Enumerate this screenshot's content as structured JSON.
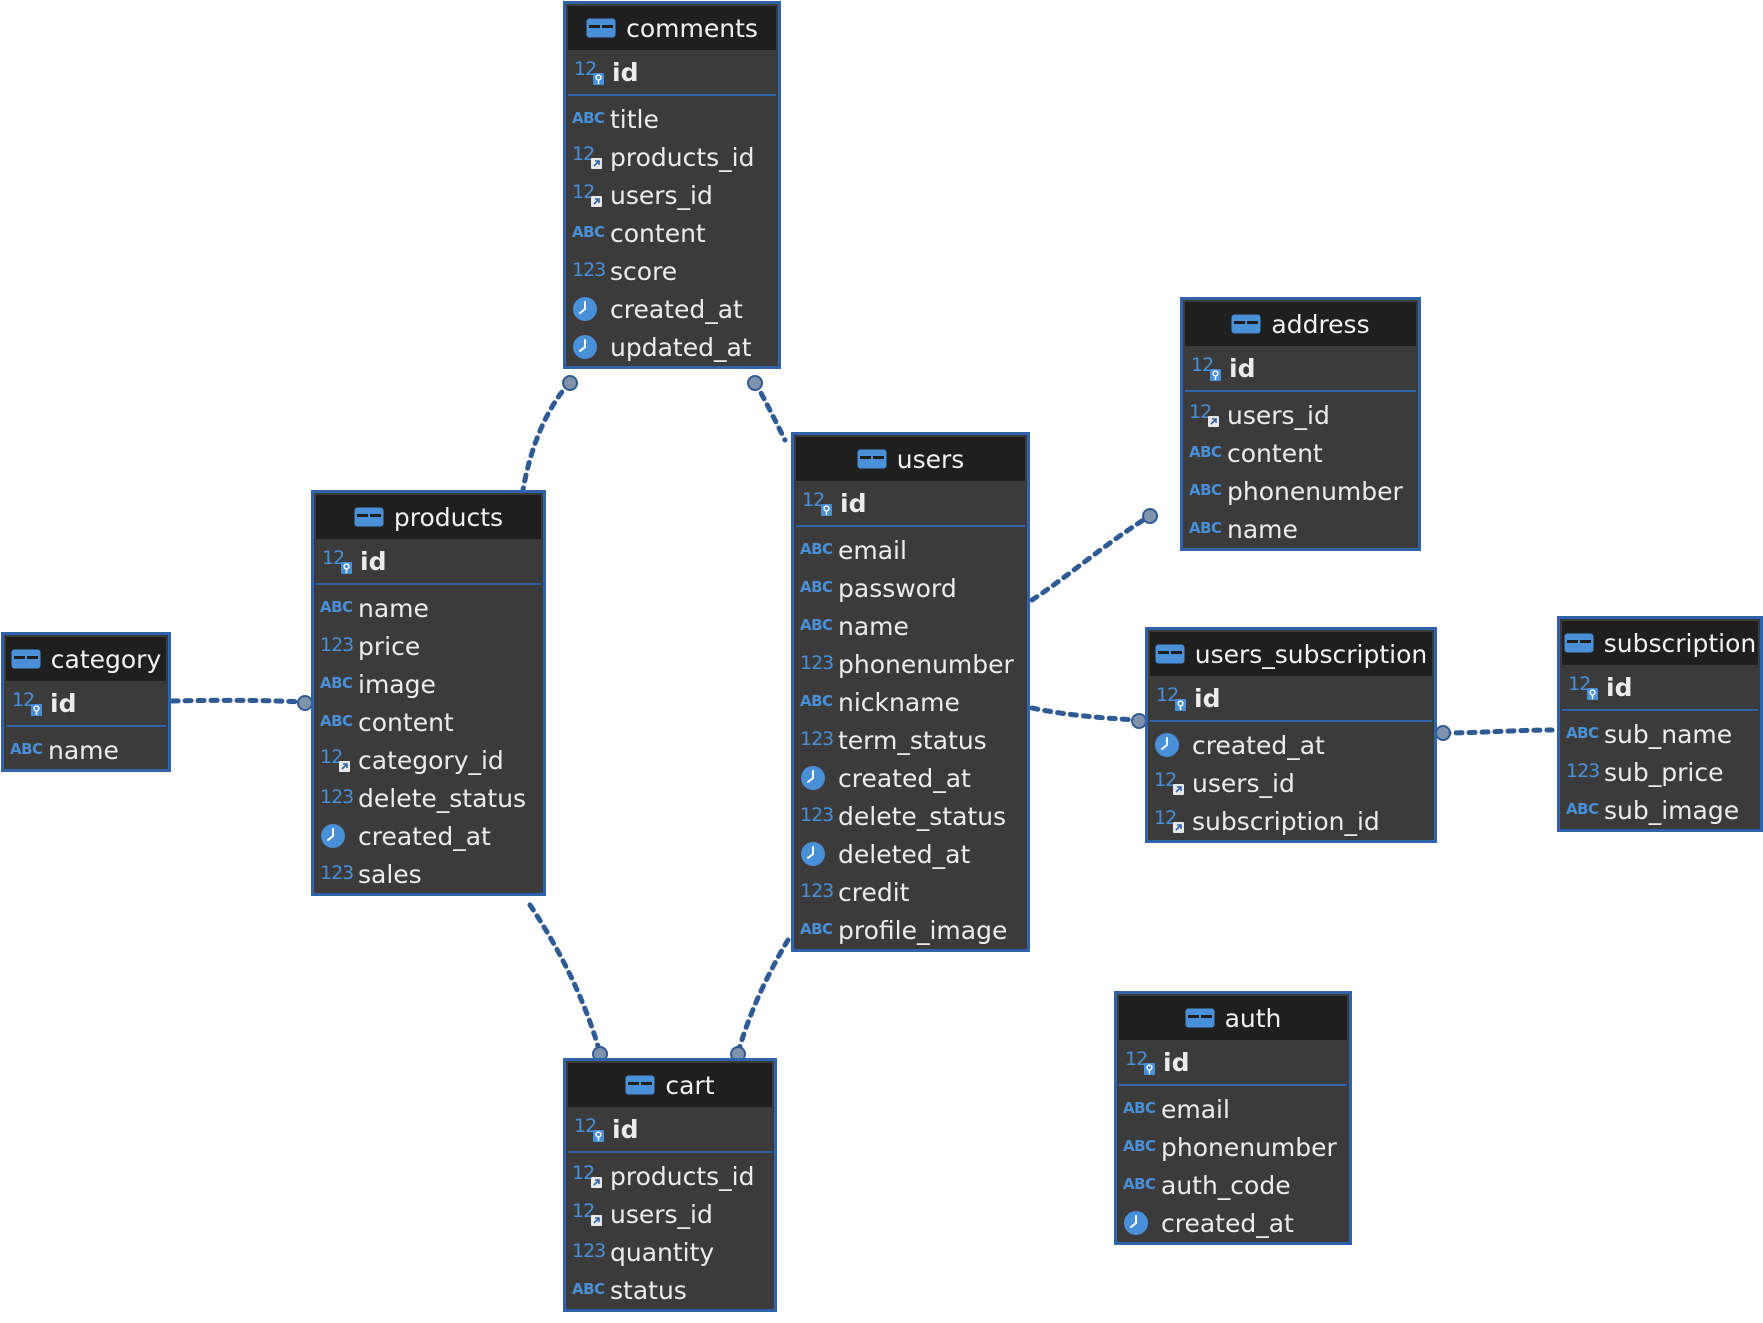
{
  "diagram": {
    "tables": {
      "comments": {
        "name": "comments",
        "pk": "id",
        "columns": [
          {
            "name": "title",
            "type": "text-icon"
          },
          {
            "name": "products_id",
            "type": "fk-number-icon"
          },
          {
            "name": "users_id",
            "type": "fk-number-icon"
          },
          {
            "name": "content",
            "type": "text-icon"
          },
          {
            "name": "score",
            "type": "number-icon"
          },
          {
            "name": "created_at",
            "type": "clock-icon"
          },
          {
            "name": "updated_at",
            "type": "clock-icon"
          }
        ]
      },
      "address": {
        "name": "address",
        "pk": "id",
        "columns": [
          {
            "name": "users_id",
            "type": "fk-number-icon"
          },
          {
            "name": "content",
            "type": "text-icon"
          },
          {
            "name": "phonenumber",
            "type": "text-icon"
          },
          {
            "name": "name",
            "type": "text-icon"
          }
        ]
      },
      "users": {
        "name": "users",
        "pk": "id",
        "columns": [
          {
            "name": "email",
            "type": "text-icon"
          },
          {
            "name": "password",
            "type": "text-icon"
          },
          {
            "name": "name",
            "type": "text-icon"
          },
          {
            "name": "phonenumber",
            "type": "number-icon"
          },
          {
            "name": "nickname",
            "type": "text-icon"
          },
          {
            "name": "term_status",
            "type": "number-icon"
          },
          {
            "name": "created_at",
            "type": "clock-icon"
          },
          {
            "name": "delete_status",
            "type": "number-icon"
          },
          {
            "name": "deleted_at",
            "type": "clock-icon"
          },
          {
            "name": "credit",
            "type": "number-icon"
          },
          {
            "name": "profile_image",
            "type": "text-icon"
          }
        ]
      },
      "products": {
        "name": "products",
        "pk": "id",
        "columns": [
          {
            "name": "name",
            "type": "text-icon"
          },
          {
            "name": "price",
            "type": "number-icon"
          },
          {
            "name": "image",
            "type": "text-icon"
          },
          {
            "name": "content",
            "type": "text-icon"
          },
          {
            "name": "category_id",
            "type": "fk-number-icon"
          },
          {
            "name": "delete_status",
            "type": "number-icon"
          },
          {
            "name": "created_at",
            "type": "clock-icon"
          },
          {
            "name": "sales",
            "type": "number-icon"
          }
        ]
      },
      "category": {
        "name": "category",
        "pk": "id",
        "columns": [
          {
            "name": "name",
            "type": "text-icon"
          }
        ]
      },
      "users_subscription": {
        "name": "users_subscription",
        "pk": "id",
        "columns": [
          {
            "name": "created_at",
            "type": "clock-icon"
          },
          {
            "name": "users_id",
            "type": "fk-number-icon"
          },
          {
            "name": "subscription_id",
            "type": "fk-number-icon"
          }
        ]
      },
      "subscription": {
        "name": "subscription",
        "pk": "id",
        "columns": [
          {
            "name": "sub_name",
            "type": "text-icon"
          },
          {
            "name": "sub_price",
            "type": "number-icon"
          },
          {
            "name": "sub_image",
            "type": "text-icon"
          }
        ]
      },
      "cart": {
        "name": "cart",
        "pk": "id",
        "columns": [
          {
            "name": "products_id",
            "type": "fk-number-icon"
          },
          {
            "name": "users_id",
            "type": "fk-number-icon"
          },
          {
            "name": "quantity",
            "type": "number-icon"
          },
          {
            "name": "status",
            "type": "text-icon"
          }
        ]
      },
      "auth": {
        "name": "auth",
        "pk": "id",
        "columns": [
          {
            "name": "email",
            "type": "text-icon"
          },
          {
            "name": "phonenumber",
            "type": "text-icon"
          },
          {
            "name": "auth_code",
            "type": "text-icon"
          },
          {
            "name": "created_at",
            "type": "clock-icon"
          }
        ]
      }
    },
    "relationships": [
      {
        "from": "comments",
        "to": "products"
      },
      {
        "from": "comments",
        "to": "users"
      },
      {
        "from": "category",
        "to": "products"
      },
      {
        "from": "users",
        "to": "address"
      },
      {
        "from": "users",
        "to": "users_subscription"
      },
      {
        "from": "users_subscription",
        "to": "subscription"
      },
      {
        "from": "products",
        "to": "cart"
      },
      {
        "from": "users",
        "to": "cart"
      }
    ],
    "colors": {
      "border": "#2f64ad",
      "header": "#1f1f1f",
      "body": "#3b3b3b",
      "icon": "#4a90d9",
      "connector": "#2f5a94",
      "text": "#ececec"
    }
  }
}
